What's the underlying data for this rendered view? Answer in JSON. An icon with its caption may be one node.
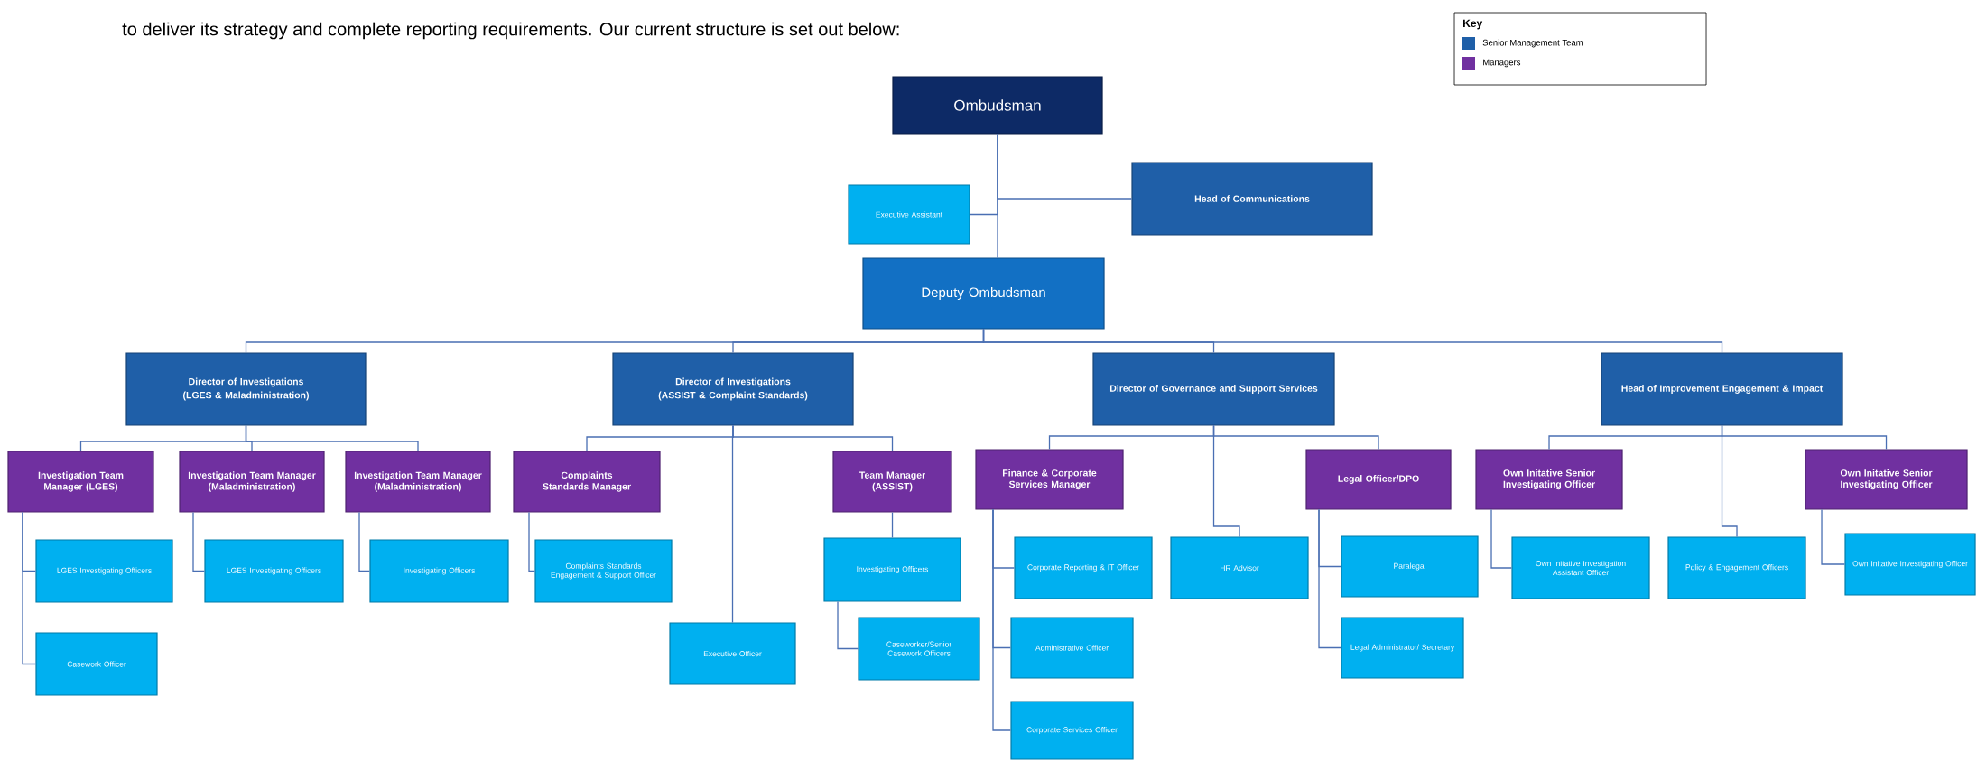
{
  "diagram": {
    "nodes": [
      {
        "text": [
          "Ombudsman"
        ]
      },
      {
        "text": [
          "Executive Assistant"
        ]
      },
      {
        "text": [
          "Head of Communications"
        ]
      },
      {
        "text": [
          "Deputy Ombudsman"
        ]
      },
      {
        "text": [
          "Director of Investigations (LGES & Maladministration)"
        ]
      },
      {
        "text": [
          "Director of Investigations (ASSIST & Complaint Standards)"
        ]
      },
      {
        "text": [
          "Director of Governance and Support Services"
        ]
      },
      {
        "text": [
          "Head of Improvement Engagement & Impact"
        ]
      },
      {
        "text": [
          "Investigation Team Manager (LGES)"
        ]
      },
      {
        "text": [
          "Investigation Team Manager (Maladministration)"
        ]
      },
      {
        "text": [
          "Investigation Team Manager (Maladministration)"
        ]
      },
      {
        "text": [
          "Complaints Standards Manager"
        ]
      },
      {
        "text": [
          "Team Manager (ASSIST)"
        ]
      },
      {
        "text": [
          "Finance & Corporate Services Manager"
        ]
      },
      {
        "text": [
          "Legal Officer/DPO"
        ]
      },
      {
        "text": [
          "Own Initative Senior Investigating Officer"
        ]
      },
      {
        "text": [
          "Own Initative Senior Investigating Officer"
        ]
      },
      {
        "text": [
          "LGES Investigating Officers"
        ]
      },
      {
        "text": [
          "LGES Investigating Officers"
        ]
      },
      {
        "text": [
          "Investigating Officers"
        ]
      },
      {
        "text": [
          "Complaints Standards Engagement & Support Officer"
        ]
      },
      {
        "text": [
          "Investigating Officers"
        ]
      },
      {
        "text": [
          "Corporate Reporting & IT Officer"
        ]
      },
      {
        "text": [
          "HR Advisor"
        ]
      },
      {
        "text": [
          "Paralegal"
        ]
      },
      {
        "text": [
          "Own Initative Investigation Assistant Officer"
        ]
      },
      {
        "text": [
          "Policy & Engagement Officers"
        ]
      },
      {
        "text": [
          "Own Initative Investigating Officer"
        ]
      },
      {
        "text": [
          "Casework Officer"
        ]
      },
      {
        "text": [
          "Executive Officer"
        ]
      },
      {
        "text": [
          "Caseworker/Senior Casework Officers"
        ]
      },
      {
        "text": [
          "Administrative Officer"
        ]
      },
      {
        "text": [
          "Legal Administrator/ Secretary"
        ]
      },
      {
        "text": [
          "Corporate Services Officer"
        ]
      }
    ],
    "edges": [
      {
        "from": 0,
        "to": 3,
        "arrow": "none"
      },
      {
        "from": 0,
        "to": 1,
        "arrow": "none"
      },
      {
        "from": 0,
        "to": 2,
        "arrow": "none"
      },
      {
        "from": 3,
        "to": 4,
        "arrow": "none"
      },
      {
        "from": 3,
        "to": 5,
        "arrow": "none"
      },
      {
        "from": 3,
        "to": 6,
        "arrow": "none"
      },
      {
        "from": 3,
        "to": 7,
        "arrow": "none"
      },
      {
        "from": 4,
        "to": 8,
        "arrow": "none"
      },
      {
        "from": 4,
        "to": 9,
        "arrow": "none"
      },
      {
        "from": 4,
        "to": 10,
        "arrow": "none"
      },
      {
        "from": 5,
        "to": 11,
        "arrow": "none"
      },
      {
        "from": 5,
        "to": 29,
        "arrow": "none"
      },
      {
        "from": 5,
        "to": 12,
        "arrow": "none"
      },
      {
        "from": 6,
        "to": 13,
        "arrow": "none"
      },
      {
        "from": 6,
        "to": 23,
        "arrow": "none"
      },
      {
        "from": 6,
        "to": 14,
        "arrow": "none"
      },
      {
        "from": 7,
        "to": 15,
        "arrow": "none"
      },
      {
        "from": 7,
        "to": 26,
        "arrow": "none"
      },
      {
        "from": 7,
        "to": 16,
        "arrow": "none"
      },
      {
        "from": 8,
        "to": 17,
        "arrow": "none"
      },
      {
        "from": 8,
        "to": 28,
        "arrow": "none"
      },
      {
        "from": 9,
        "to": 18,
        "arrow": "none"
      },
      {
        "from": 10,
        "to": 19,
        "arrow": "none"
      },
      {
        "from": 11,
        "to": 20,
        "arrow": "none"
      },
      {
        "from": 12,
        "to": 21,
        "arrow": "none"
      },
      {
        "from": 21,
        "to": 30,
        "arrow": "none"
      },
      {
        "from": 13,
        "to": 22,
        "arrow": "none"
      },
      {
        "from": 13,
        "to": 31,
        "arrow": "none"
      },
      {
        "from": 13,
        "to": 33,
        "arrow": "none"
      },
      {
        "from": 14,
        "to": 24,
        "arrow": "none"
      },
      {
        "from": 14,
        "to": 32,
        "arrow": "none"
      },
      {
        "from": 15,
        "to": 25,
        "arrow": "none"
      },
      {
        "from": 16,
        "to": 27,
        "arrow": "none"
      }
    ],
    "labels": [
      "to deliver its strategy and complete reporting requirements. Our current structure is set out below:",
      "Key"
    ],
    "legend": [
      {
        "text": "Senior Management  Team",
        "color": "#1f5fa8"
      },
      {
        "text": "Managers",
        "color": "#7030a0"
      }
    ]
  }
}
